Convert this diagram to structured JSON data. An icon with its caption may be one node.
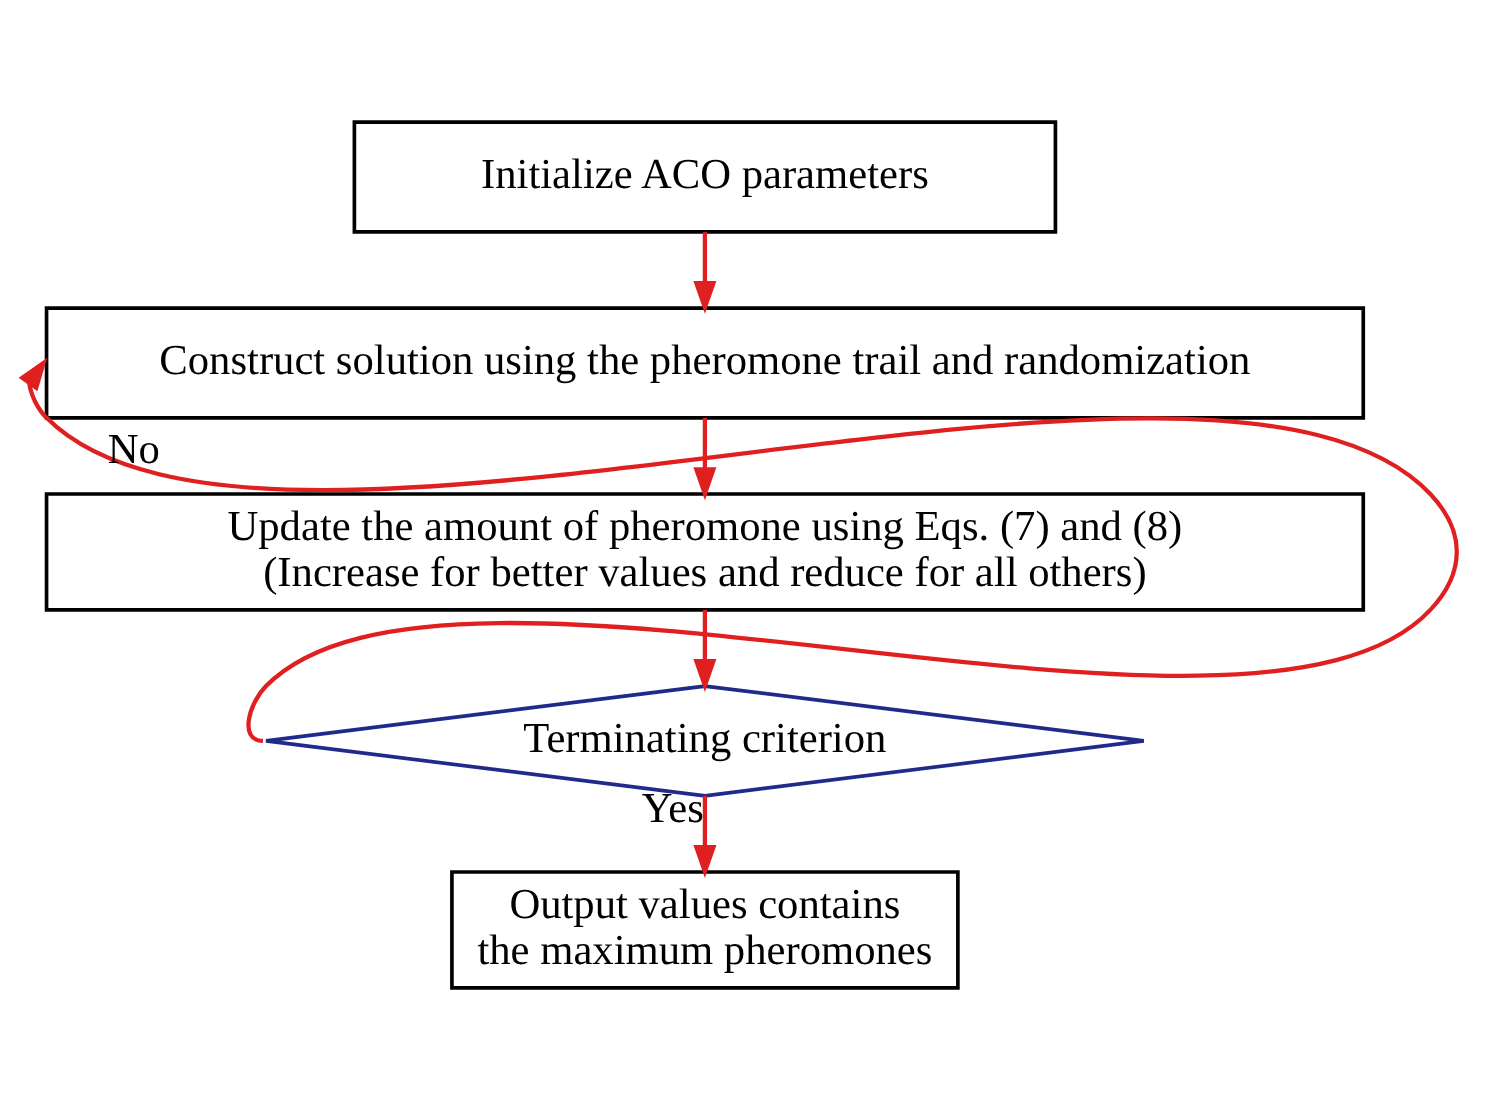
{
  "diagram": {
    "nodes": [
      {
        "text": [
          "Initialize ACO parameters"
        ]
      },
      {
        "text": [
          "Construct solution using the pheromone trail and randomization"
        ]
      },
      {
        "text": [
          "Update the amount of pheromone using Eqs. (7) and (8)",
          "(Increase for better values and reduce for all others)"
        ]
      },
      {
        "text": [
          "Terminating criterion"
        ]
      },
      {
        "text": [
          "Output values contains the maximum pheromones"
        ]
      }
    ],
    "edges": [
      {
        "from": 0,
        "to": 1,
        "arrow": "to"
      },
      {
        "from": 1,
        "to": 2,
        "arrow": "to"
      },
      {
        "from": 2,
        "to": 3,
        "arrow": "to"
      },
      {
        "from": 3,
        "to": 4,
        "arrow": "to",
        "label": "Yes"
      },
      {
        "from": 3,
        "to": 1,
        "arrow": "to",
        "label": "No"
      }
    ]
  }
}
